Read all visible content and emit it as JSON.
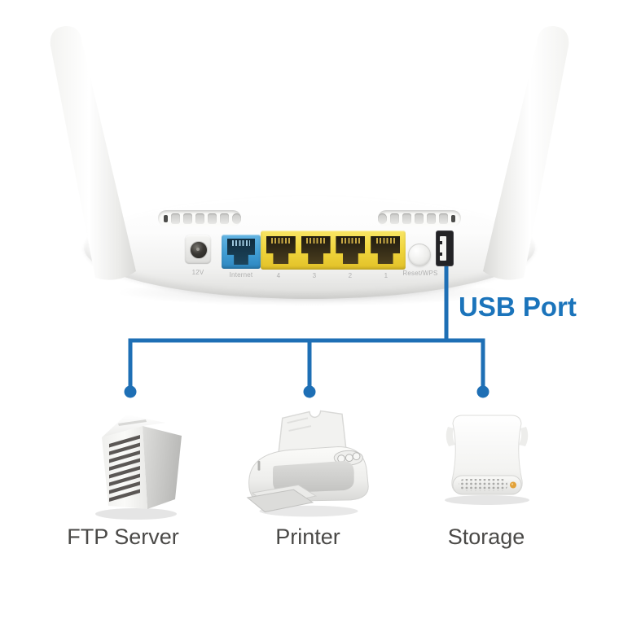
{
  "diagram": {
    "callout": {
      "label": "USB Port"
    },
    "router": {
      "power_label": "12V",
      "internet_label": "Internet",
      "lan_labels": [
        "4",
        "3",
        "2",
        "1"
      ],
      "reset_label": "Reset/WPS"
    },
    "devices": [
      {
        "label": "FTP Server"
      },
      {
        "label": "Printer"
      },
      {
        "label": "Storage"
      }
    ],
    "colors": {
      "accent-blue": "#1e6fb5",
      "callout-text": "#1b74bb",
      "internet-port": "#3f9cd3",
      "lan-port": "#f0d53c",
      "device-label": "#4a4947",
      "port-label": "#b0b0b0"
    }
  }
}
